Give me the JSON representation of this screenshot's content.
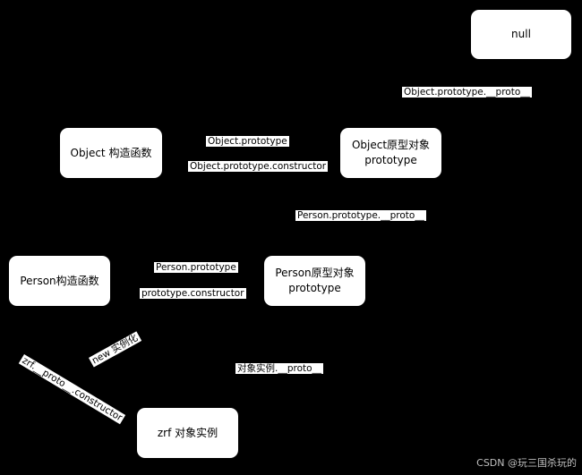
{
  "nodes": {
    "null": {
      "label": "null"
    },
    "object_ctor": {
      "label": "Object 构造函数"
    },
    "object_proto": {
      "line1": "Object原型对象",
      "line2": "prototype"
    },
    "person_ctor": {
      "label": "Person构造函数"
    },
    "person_proto": {
      "line1": "Person原型对象",
      "line2": "prototype"
    },
    "zrf": {
      "label": "zrf 对象实例"
    }
  },
  "edges": {
    "object_proto_proto": "Object.prototype.__proto__",
    "object_prototype": "Object.prototype",
    "object_constructor": "Object.prototype.constructor",
    "person_proto_proto": "Person.prototype.__proto__",
    "person_prototype": "Person.prototype",
    "person_constructor": "prototype.constructor",
    "new_instance": "new 实例化",
    "zrf_constructor": "zrf.__proto__.constructor",
    "instance_proto": "对象实例.__proto__"
  },
  "colors": {
    "background": "#000000",
    "node": "#ffffff",
    "line": "#000000"
  },
  "watermark": "CSDN @玩三国杀玩的"
}
